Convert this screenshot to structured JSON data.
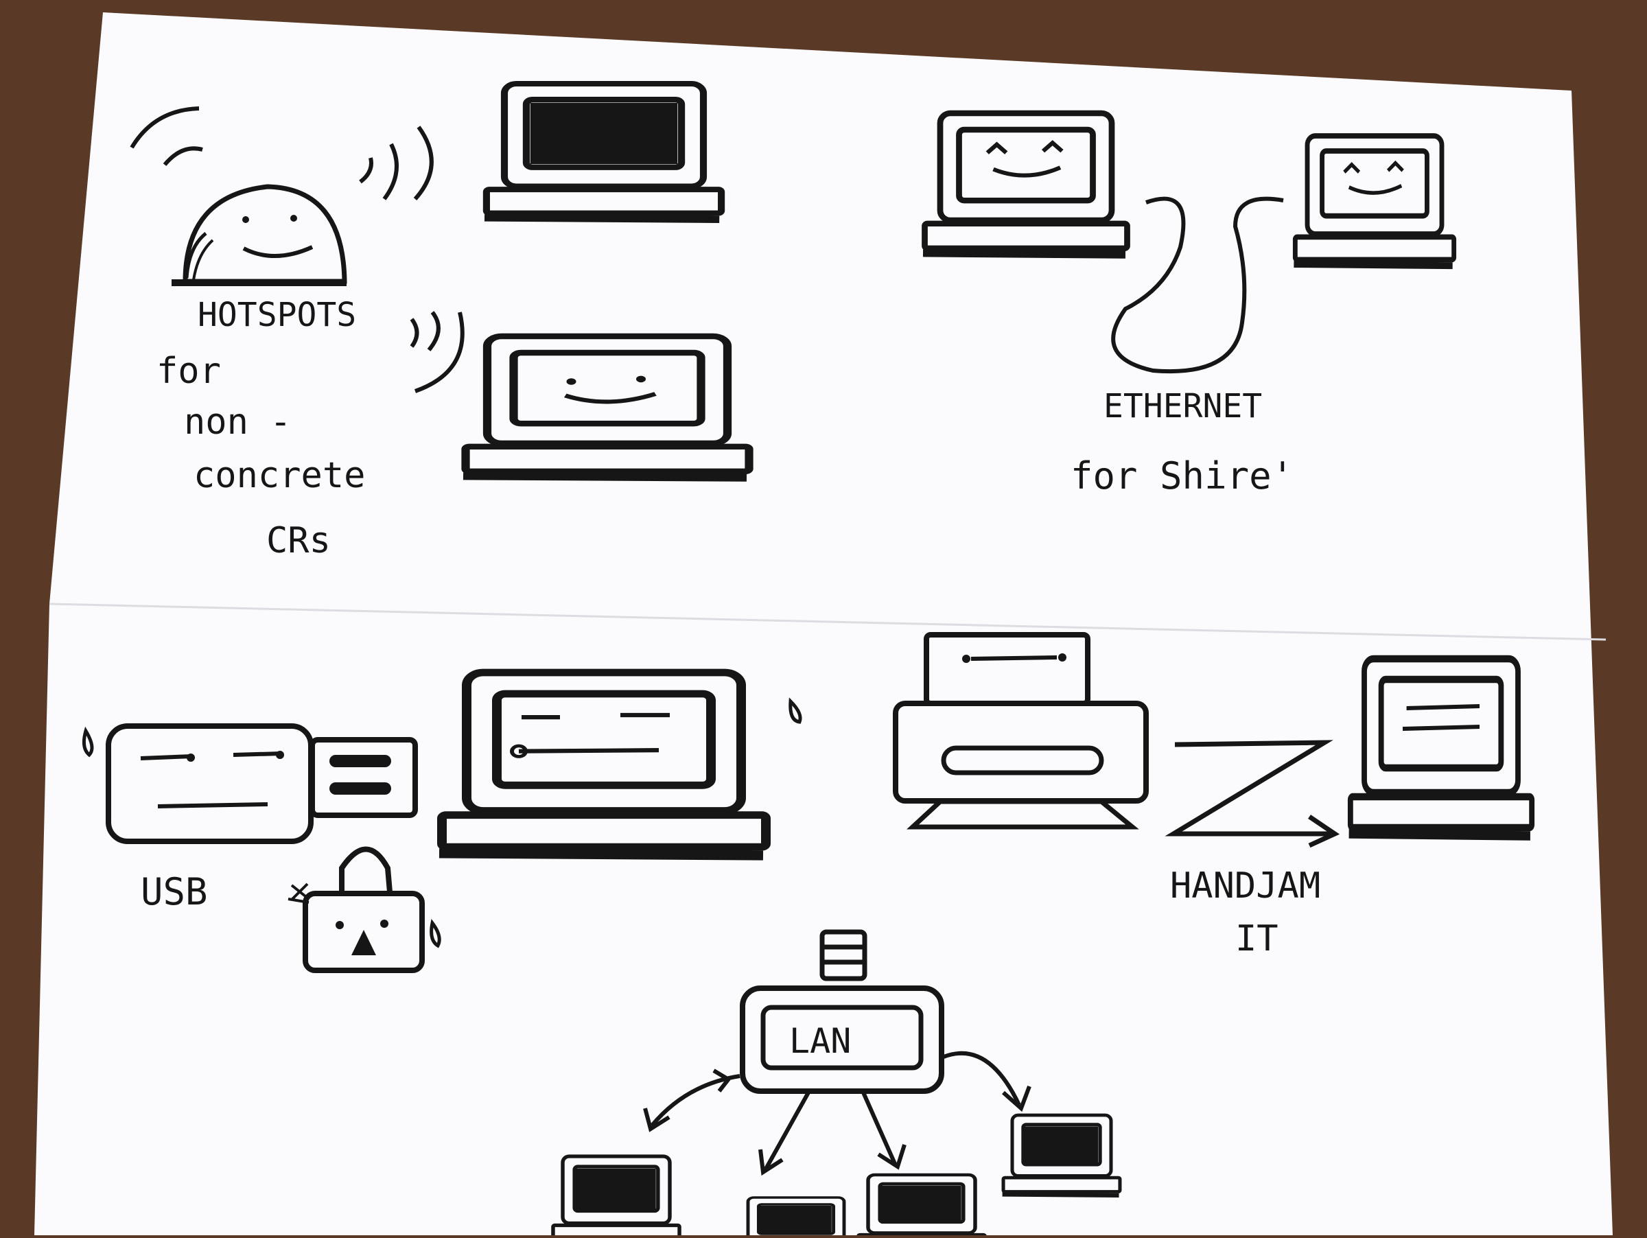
{
  "hotspot": {
    "title": "HOTSPOTS",
    "line2": "for",
    "line3": "non -",
    "line4": "concrete",
    "line5": "CRs"
  },
  "ethernet": {
    "title": "ETHERNET",
    "subtitle": "for Shire'"
  },
  "usb": {
    "label": "USB"
  },
  "handjam": {
    "line1": "HANDJAM",
    "line2": "IT"
  },
  "lan": {
    "label": "LAN"
  },
  "colors": {
    "ink": "#161616",
    "paper": "#fbfbfd",
    "desk": "#5a3a26"
  },
  "icons": [
    "hotspot-icon",
    "laptop-icon",
    "smiley-face",
    "ethernet-cable",
    "usb-drive-icon",
    "padlock-icon",
    "printer-icon",
    "arrow-icon",
    "server-icon",
    "database-icon"
  ]
}
